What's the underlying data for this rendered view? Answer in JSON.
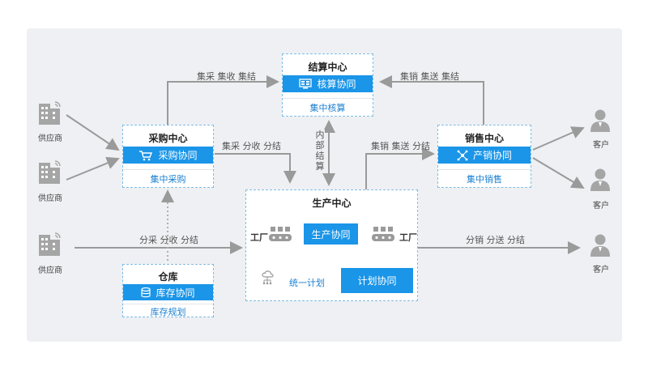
{
  "nodes": {
    "settlement": {
      "title": "结算中心",
      "bar": "核算协同",
      "sub": "集中核算"
    },
    "purchase": {
      "title": "采购中心",
      "bar": "采购协同",
      "sub": "集中采购"
    },
    "sales": {
      "title": "销售中心",
      "bar": "产销协同",
      "sub": "集中销售"
    },
    "warehouse": {
      "title": "仓库",
      "bar": "库存协同",
      "sub": "库存规划"
    },
    "production": {
      "title": "生产中心",
      "center_button": "生产协同",
      "plan_button": "计划协同",
      "plan_text": "统一计划",
      "factory_left": "工厂",
      "factory_right": "工厂"
    }
  },
  "suppliers": [
    "供应商",
    "供应商",
    "供应商"
  ],
  "customers": [
    "客户",
    "客户",
    "客户"
  ],
  "edge_labels": {
    "purchase_to_settlement": "集采 集收 集结",
    "sales_to_settlement": "集销 集送 集结",
    "purchase_to_production": "集采 分收 分结",
    "production_to_sales": "集销 集送 分结",
    "settlement_production": [
      "内",
      "部",
      "结",
      "算"
    ],
    "supplier_to_production": "分采 分收 分结",
    "production_to_customer": "分销 分送 分结"
  },
  "colors": {
    "accent": "#1a95e8",
    "background": "#eef0f3",
    "arrow": "#9a9a9a"
  }
}
